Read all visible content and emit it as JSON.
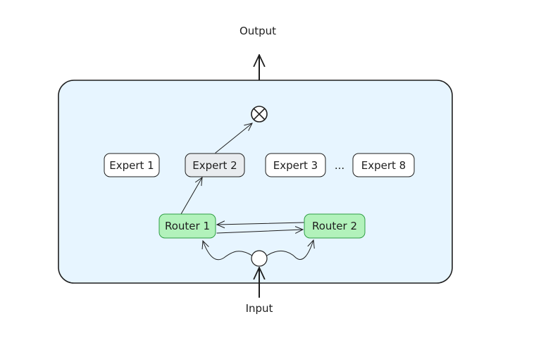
{
  "labels": {
    "output": "Output",
    "input": "Input",
    "ellipsis": "..."
  },
  "experts": [
    {
      "label": "Expert 1",
      "active": false
    },
    {
      "label": "Expert 2",
      "active": true
    },
    {
      "label": "Expert 3",
      "active": false
    },
    {
      "label": "Expert 8",
      "active": false
    }
  ],
  "routers": [
    {
      "label": "Router 1"
    },
    {
      "label": "Router 2"
    }
  ],
  "colors": {
    "container_fill": "#e7f5ff",
    "container_stroke": "#1e1e1e",
    "router_fill": "#b2f2bb",
    "router_stroke": "#2f9e44",
    "expert_active_fill": "#e9ecef",
    "expert_fill": "#ffffff",
    "stroke": "#1e1e1e"
  }
}
